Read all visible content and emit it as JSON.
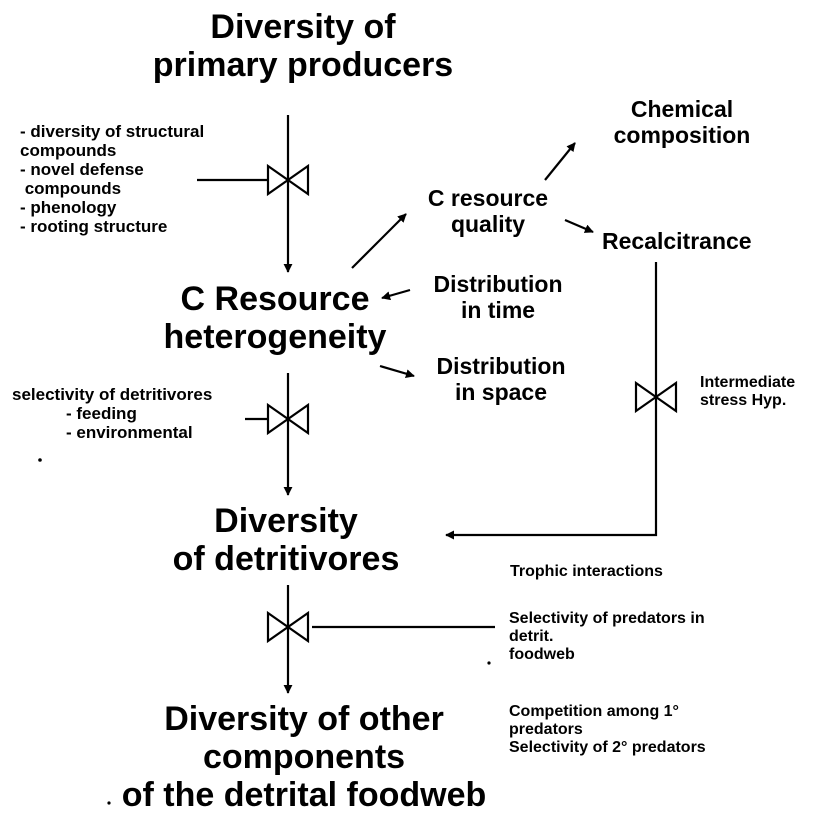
{
  "nodes": {
    "primary_producers": [
      "Diversity of",
      "primary producers"
    ],
    "c_resource_heterogeneity": [
      "C Resource",
      "heterogeneity"
    ],
    "diversity_detritivores": [
      "Diversity",
      "of detritivores"
    ],
    "diversity_other": [
      "Diversity of other",
      "components",
      "of the detrital foodweb"
    ],
    "c_resource_quality": [
      "C resource",
      "quality"
    ],
    "chemical_composition": [
      "Chemical",
      "composition"
    ],
    "recalcitrance": "Recalcitrance",
    "distribution_time": [
      "Distribution",
      "in time"
    ],
    "distribution_space": [
      "Distribution",
      "in space"
    ]
  },
  "factors": {
    "producer_traits": [
      "- diversity of structural",
      "compounds",
      "- novel defense",
      " compounds",
      "- phenology",
      "- rooting structure"
    ],
    "detritivore_selectivity": [
      "selectivity of detritivores",
      "- feeding",
      "- environmental"
    ],
    "intermediate_stress": [
      "Intermediate",
      "stress Hyp."
    ],
    "trophic_interactions": "Trophic interactions",
    "predator_selectivity": [
      "Selectivity of predators in",
      "detrit.",
      "foodweb"
    ],
    "competition": [
      "Competition among 1°",
      "predators",
      "Selectivity of 2° predators"
    ]
  },
  "colors": {
    "ink": "#000000",
    "background": "#ffffff"
  }
}
